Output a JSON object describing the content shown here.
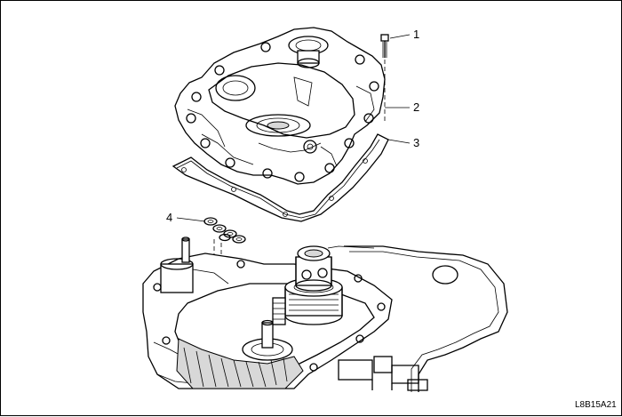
{
  "figure": {
    "callouts": [
      {
        "id": "1",
        "label": "1"
      },
      {
        "id": "2",
        "label": "2"
      },
      {
        "id": "3",
        "label": "3"
      },
      {
        "id": "4",
        "label": "4"
      }
    ],
    "image_code": "L8B15A21"
  }
}
